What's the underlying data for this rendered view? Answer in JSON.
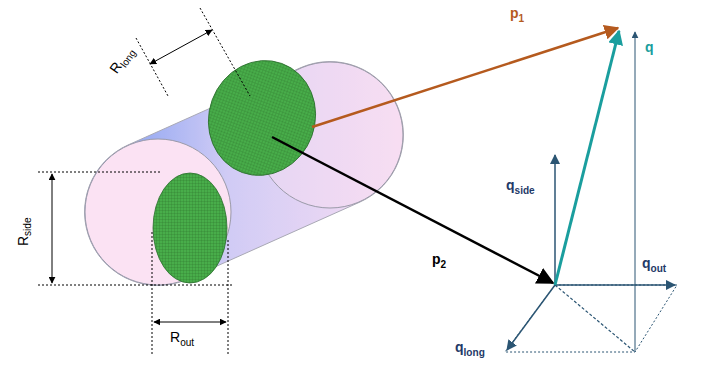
{
  "diagram": {
    "labels": [
      "Rlong",
      "Rside",
      "Rout",
      "p1",
      "q",
      "qside",
      "p2",
      "qout",
      "qlong"
    ]
  }
}
